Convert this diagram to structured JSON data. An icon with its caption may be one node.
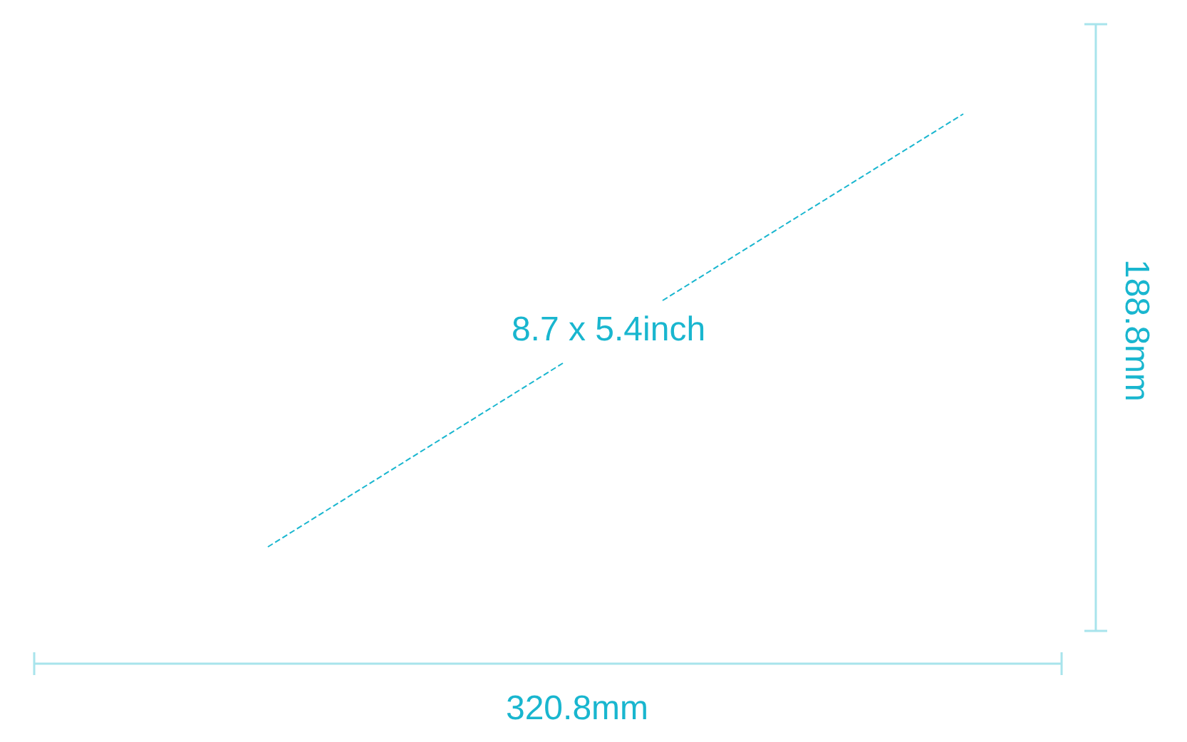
{
  "diagram": {
    "labels": [
      "8.7 x 5.4inch",
      "188.8mm",
      "320.8mm"
    ]
  }
}
